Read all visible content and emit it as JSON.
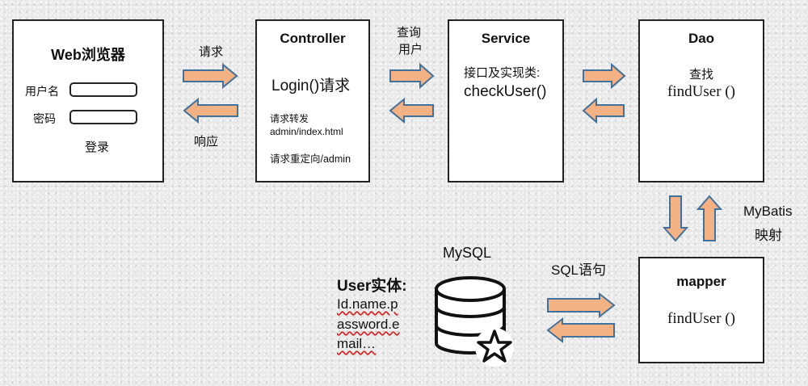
{
  "browser": {
    "title": "Web浏览器",
    "username_label": "用户名",
    "password_label": "密码",
    "login_label": "登录"
  },
  "controller": {
    "title": "Controller",
    "method": "Login()请求",
    "forward_line1": "请求转发",
    "forward_line2": "admin/index.html",
    "redirect": "请求重定向/admin"
  },
  "service": {
    "title": "Service",
    "interface_label": "接口及实现类:",
    "method": "checkUser()"
  },
  "dao": {
    "title": "Dao",
    "lookup": "查找",
    "method": "findUser ()"
  },
  "mapper": {
    "title": "mapper",
    "method": "findUser ()"
  },
  "database": {
    "label": "MySQL",
    "icon": "database-star-icon"
  },
  "entity": {
    "title": "User实体:",
    "line1": "Id.name.p",
    "line2": "assword.e",
    "line3": "mail…"
  },
  "edges": {
    "request": "请求",
    "response": "响应",
    "query_line1": "查询",
    "query_line2": "用户",
    "mybatis_line1": "MyBatis",
    "mybatis_line2": "映射",
    "sql": "SQL语句"
  },
  "colors": {
    "arrow_fill": "#f4b183",
    "arrow_stroke": "#41719c",
    "box_border": "#222222"
  }
}
